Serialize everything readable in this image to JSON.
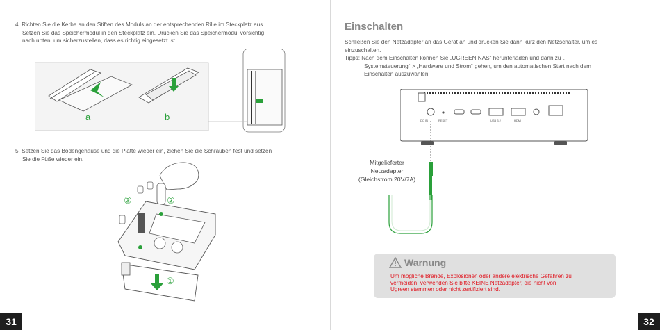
{
  "left_page": {
    "step4_line1": "4. Richten Sie die Kerbe an den Stiften des Moduls an der entsprechenden Rille im Steckplatz aus.",
    "step4_line2": "Setzen Sie das Speichermodul in den Steckplatz ein. Drücken Sie das Speichermodul vorsichtig",
    "step4_line3": "nach unten, um sicherzustellen, dass es richtig eingesetzt ist.",
    "label_a": "a",
    "label_b": "b",
    "step5_line1": "5. Setzen Sie das Bodengehäuse und die Platte wieder ein, ziehen Sie die Schrauben fest und setzen",
    "step5_line2": "Sie die Füße wieder ein.",
    "callout_1": "①",
    "callout_2": "②",
    "callout_3": "③",
    "page_number": "31"
  },
  "right_page": {
    "heading": "Einschalten",
    "para_line1": "Schließen Sie den Netzadapter an das Gerät an und drücken Sie dann kurz den Netzschalter, um es",
    "para_line2": "einzuschalten.",
    "tips_line1": "Tipps: Nach dem Einschalten können Sie „UGREEN NAS“ herunterladen und dann zu „",
    "tips_line2": "Systemsteuerung“ > „Hardware und Strom“ gehen, um den automatischen Start nach dem",
    "tips_line3": "Einschalten auszuwählen.",
    "adapter_line1": "Mitgelieferter",
    "adapter_line2": "Netzadapter",
    "adapter_line3": "(Gleichstrom 20V/7A)",
    "port_reset": "RESET",
    "port_usb": "USB 3.2",
    "port_hdmi": "HDMI",
    "port_dc": "DC IN",
    "warning_title": "Warnung",
    "warning_line1": "Um mögliche Brände, Explosionen oder andere elektrische Gefahren zu",
    "warning_line2": "vermeiden, verwenden Sie bitte KEINE Netzadapter, die nicht von",
    "warning_line3": "Ugreen stammen oder nicht zertifiziert sind.",
    "page_number": "32"
  },
  "colors": {
    "accent_green": "#2aa03a",
    "warning_red": "#e0141e",
    "warning_box": "#e0e0e0",
    "page_number_bg": "#1e1e1e"
  },
  "icons": [
    "warning-triangle-icon",
    "arrow-down-icon",
    "screwdriver-icon"
  ]
}
